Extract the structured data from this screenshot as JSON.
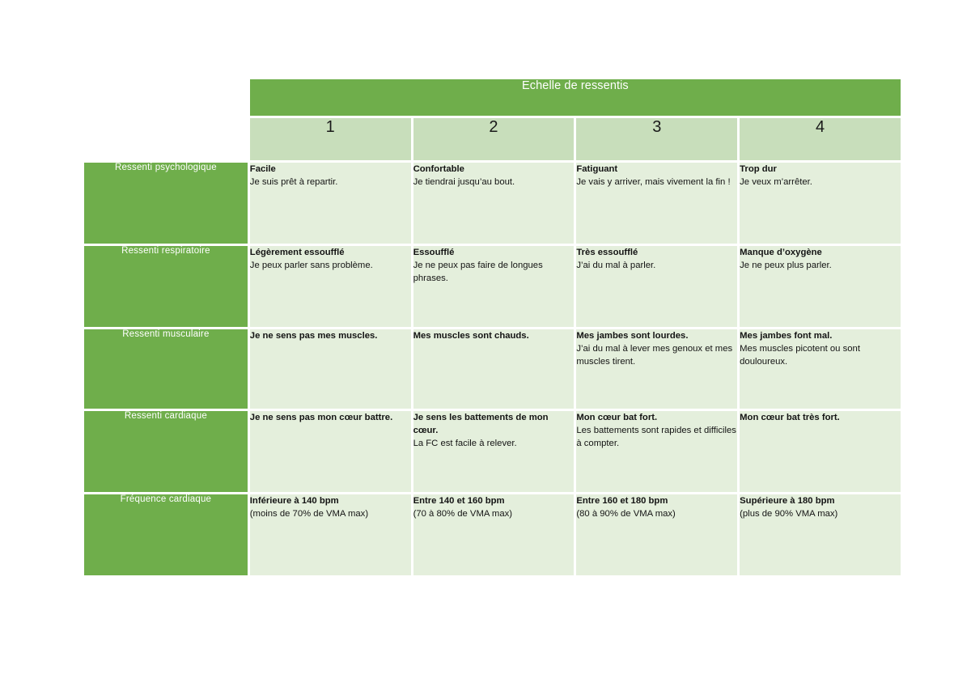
{
  "table": {
    "title": "Echelle de ressentis",
    "levels": [
      "1",
      "2",
      "3",
      "4"
    ],
    "rows": [
      {
        "label": "Ressenti psychologique",
        "cells": [
          {
            "lead": "Facile",
            "detail": "Je suis prêt à repartir."
          },
          {
            "lead": "Confortable",
            "detail": "Je tiendrai jusqu’au bout."
          },
          {
            "lead": "Fatiguant",
            "detail": "Je vais y arriver, mais vivement la fin !"
          },
          {
            "lead": "Trop dur",
            "detail": "Je veux m’arrêter."
          }
        ]
      },
      {
        "label": "Ressenti respiratoire",
        "cells": [
          {
            "lead": "Légèrement essoufflé",
            "detail": "Je peux parler sans problème."
          },
          {
            "lead": "Essoufflé",
            "detail": "Je ne peux pas faire de longues phrases."
          },
          {
            "lead": "Très essoufflé",
            "detail": "J’ai du mal à parler."
          },
          {
            "lead": "Manque d’oxygène",
            "detail": "Je ne peux plus parler."
          }
        ]
      },
      {
        "label": "Ressenti musculaire",
        "cells": [
          {
            "lead": "Je ne sens pas mes muscles.",
            "detail": ""
          },
          {
            "lead": "Mes muscles sont chauds.",
            "detail": ""
          },
          {
            "lead": "Mes jambes sont lourdes.",
            "detail": "J’ai du mal à lever mes genoux et mes muscles tirent."
          },
          {
            "lead": "Mes jambes font mal.",
            "detail": "Mes muscles picotent ou sont douloureux."
          }
        ]
      },
      {
        "label": "Ressenti cardiaque",
        "cells": [
          {
            "lead": "Je ne sens pas mon cœur battre.",
            "detail": ""
          },
          {
            "lead": "Je sens les battements de mon cœur.",
            "detail": "La FC est facile à relever."
          },
          {
            "lead": "Mon cœur bat fort.",
            "detail": "Les battements sont rapides et difficiles à compter."
          },
          {
            "lead": "Mon cœur bat très fort.",
            "detail": ""
          }
        ]
      },
      {
        "label": "Fréquence cardiaque",
        "cells": [
          {
            "lead": "Inférieure à 140 bpm",
            "detail": "(moins de 70% de VMA max)"
          },
          {
            "lead": "Entre 140 et 160 bpm",
            "detail": "(70 à 80% de VMA max)"
          },
          {
            "lead": "Entre 160 et 180 bpm",
            "detail": "(80 à 90% de VMA max)"
          },
          {
            "lead": "Supérieure à 180 bpm",
            "detail": "(plus de 90% VMA max)"
          }
        ]
      }
    ]
  },
  "colors": {
    "header_green": "#6fae4b",
    "level_green": "#c8debb",
    "cell_green": "#e4efdc",
    "page_background": "#ffffff",
    "header_text": "#ffffff",
    "body_text": "#141414"
  }
}
